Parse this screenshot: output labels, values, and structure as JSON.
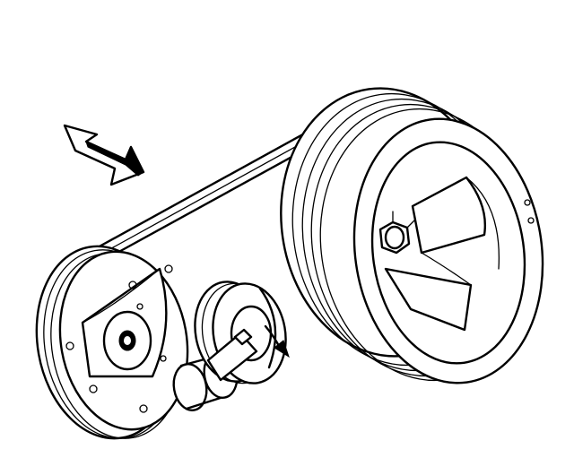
{
  "diagram": {
    "line_color": "#000000",
    "background": "#ffffff",
    "arrows": [
      {
        "semantic": "block-arrow-pointing-down-right",
        "meaning": "view-direction"
      },
      {
        "semantic": "curved-rotation-arrow",
        "meaning": "tensioner-rotation-direction"
      }
    ],
    "components": [
      "crankshaft-pulley",
      "ac-compressor-pulley",
      "belt-tensioner",
      "idler-pulley",
      "drive-belt"
    ]
  }
}
